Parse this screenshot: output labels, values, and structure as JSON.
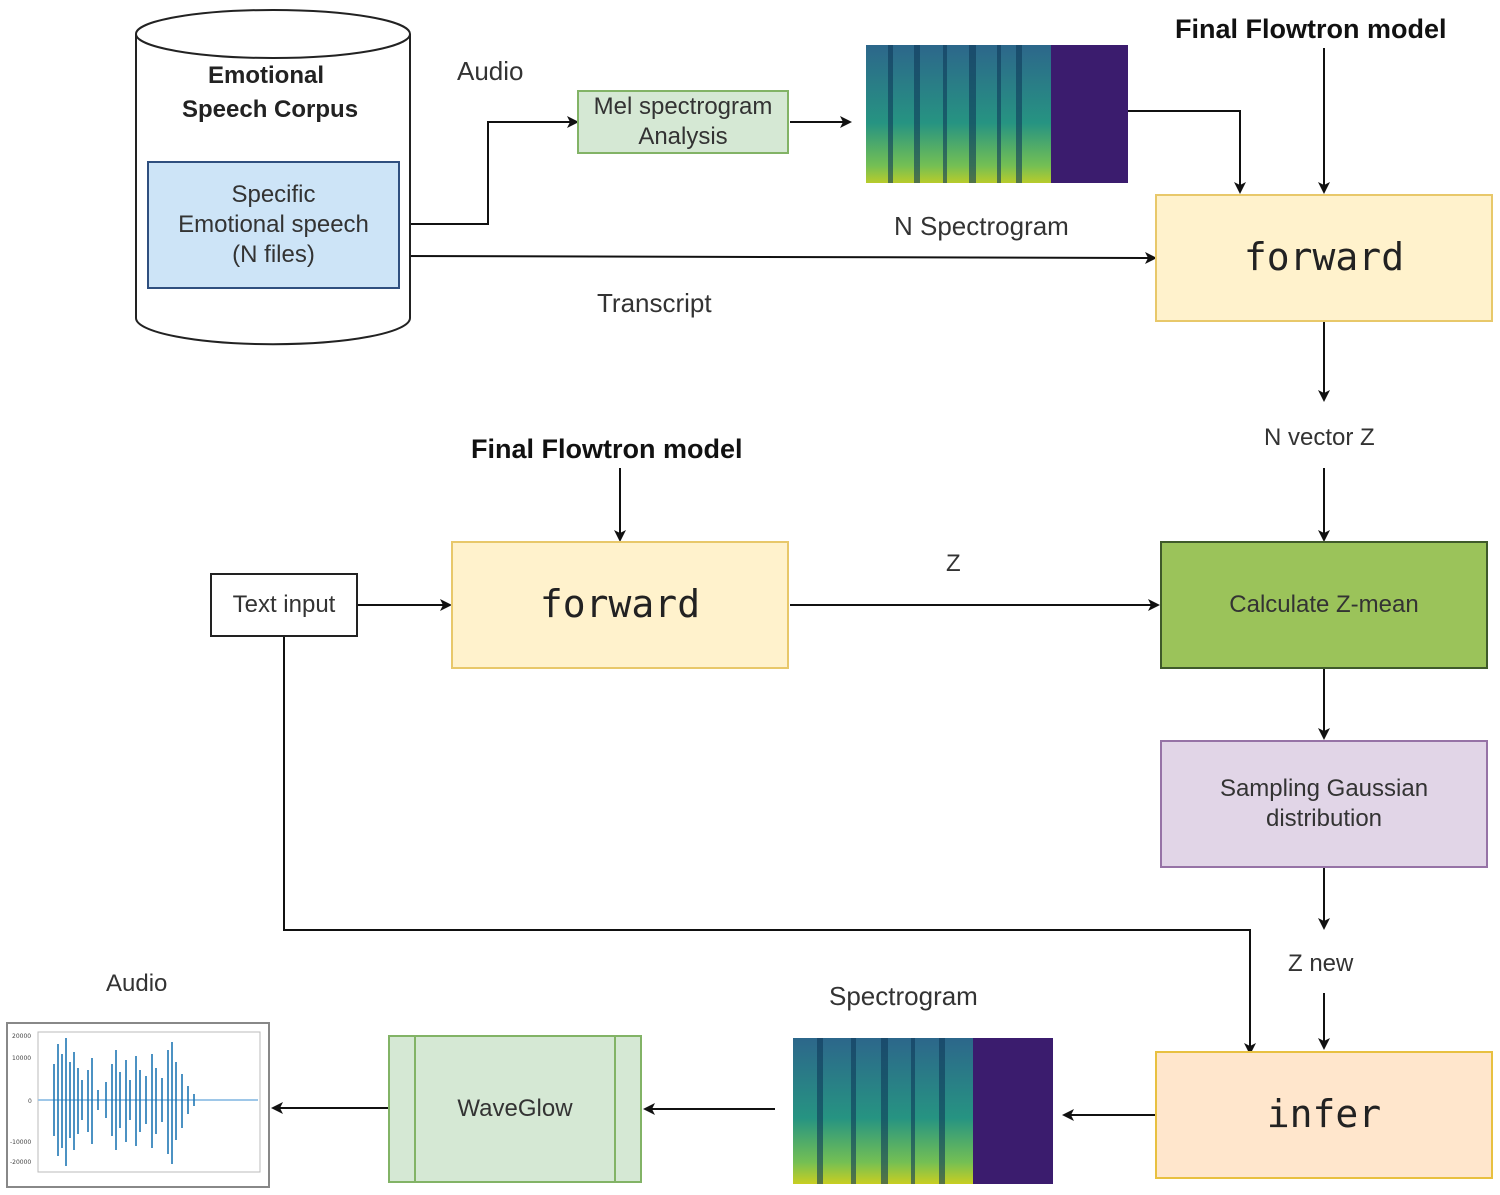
{
  "corpus": {
    "title_line1": "Emotional",
    "title_line2": "Speech Corpus",
    "inner_line1": "Specific",
    "inner_line2": "Emotional speech",
    "inner_line3": "(N files)"
  },
  "labels": {
    "audio_top": "Audio",
    "transcript": "Transcript",
    "n_spectrogram": "N Spectrogram",
    "final_model_top": "Final Flowtron model",
    "final_model_mid": "Final Flowtron model",
    "n_vector_z": "N vector Z",
    "z": "Z",
    "z_new": "Z new",
    "spectrogram_bottom": "Spectrogram",
    "audio_bottom": "Audio"
  },
  "boxes": {
    "mel_line1": "Mel spectrogram",
    "mel_line2": "Analysis",
    "forward_top": "forward",
    "forward_mid": "forward",
    "text_input": "Text input",
    "calc_zmean": "Calculate Z-mean",
    "sampling_line1": "Sampling Gaussian",
    "sampling_line2": "distribution",
    "infer": "infer",
    "waveglow": "WaveGlow"
  },
  "colors": {
    "forward_fill": "#fff2cc",
    "forward_border": "#e8c86a",
    "mel_fill": "#d5e8d4",
    "mel_border": "#82b366",
    "inner_fill": "#cde4f7",
    "inner_border": "#2f4f7f",
    "calc_fill": "#9bc35a",
    "sampling_fill": "#e1d5e7",
    "sampling_border": "#9673a6",
    "infer_fill": "#ffe6cc",
    "infer_border": "#e8c040",
    "waveglow_fill": "#d5e8d4",
    "waveform_color": "#1f77b4"
  }
}
